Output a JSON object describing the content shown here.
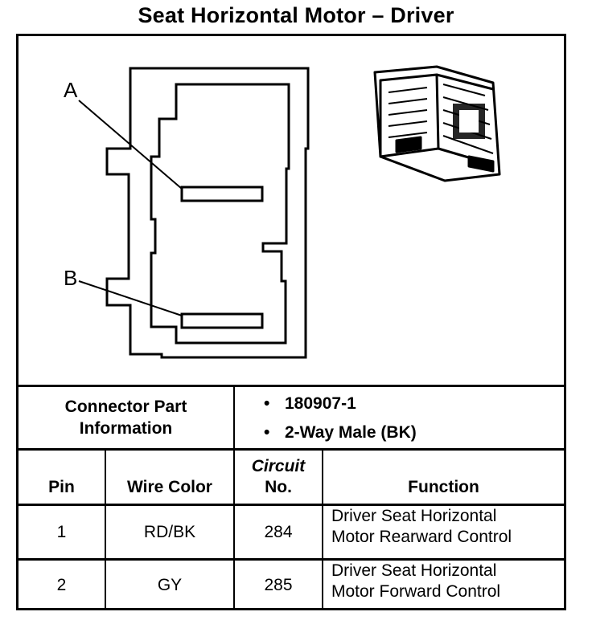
{
  "title": "Seat Horizontal Motor – Driver",
  "diagram": {
    "labels": [
      {
        "text": "A"
      },
      {
        "text": "B"
      }
    ]
  },
  "connector_info": {
    "heading": "Connector Part Information",
    "heading_line1": "Connector Part",
    "heading_line2": "Information",
    "items": [
      "180907-1",
      "2-Way Male (BK)"
    ],
    "bullet": "•"
  },
  "table": {
    "headers": {
      "pin": "Pin",
      "wire_color": "Wire Color",
      "circuit_line1": "Circuit",
      "circuit_line2": "No.",
      "function": "Function"
    },
    "rows": [
      {
        "pin": "1",
        "wire_color": "RD/BK",
        "circuit": "284",
        "function_line1": "Driver Seat Horizontal",
        "function_line2": "Motor Rearward Control"
      },
      {
        "pin": "2",
        "wire_color": "GY",
        "circuit": "285",
        "function_line1": "Driver Seat Horizontal",
        "function_line2": "Motor Forward Control"
      }
    ]
  }
}
